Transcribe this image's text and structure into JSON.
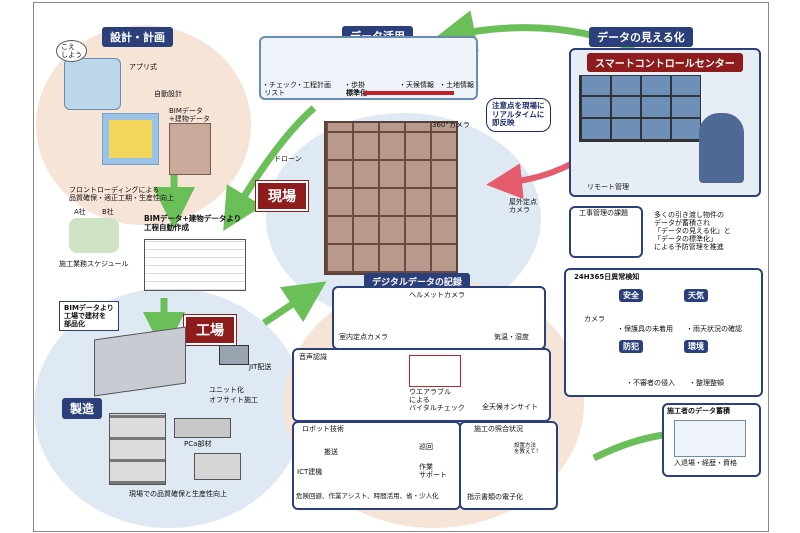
{
  "sections": {
    "design": "設計・計画",
    "data_use": "データ活用",
    "visualize": "データの見える化",
    "site": "現場",
    "factory": "工場",
    "manufacturing": "製造"
  },
  "smart_center": "スマートコントロールセンター",
  "design_items": {
    "bubble": "こえ\nしよう",
    "app": "アプリ式",
    "auto_design": "自動設計",
    "bim": "BIMデータ\n+建物データ",
    "frontloading": "フロントローディングによる\n品質確保・適正工期・生産性向上",
    "company_a": "A社",
    "company_b": "B社",
    "schedule_label": "施工業務スケジュール",
    "auto_schedule": "BIMデータ+建物データより\n工程自動作成"
  },
  "data_use_items": {
    "checklist": "・チェック\n リスト",
    "process_plan": "・工程計画",
    "pay": "・歩掛",
    "standardize": "標準化",
    "weather": "・天候情報",
    "land": "・土地情報"
  },
  "site_items": {
    "drone": "ドローン",
    "camera360": "360°カメラ",
    "realtime": "注意点を現場に\nリアルタイムに\n即反映",
    "outdoor_cam": "屋外定点\nカメラ",
    "remote": "リモート管理"
  },
  "digital": {
    "title": "デジタルデータの記録",
    "indoor_cam": "室内定点カメラ",
    "helmet_cam": "ヘルメットカメラ",
    "temp": "気温・湿度",
    "voice": "音声認識",
    "wearable": "ウエアラブル\nによる\nバイタルチェック",
    "allweather": "全天候オンサイト",
    "robot": "ロボット技術",
    "ict": "ICT建機",
    "hobo": "搬送",
    "work_support": "作業\nサポート",
    "patrol": "巡回",
    "robot_bottom": "危険回避、作業アシスト、時間活用、省・少人化",
    "instruct": "指示書類の電子化",
    "confirm": "施工の照合状況",
    "ask": "設置方法\nを教えて！"
  },
  "factory_items": {
    "bim_factory": "BIMデータより\n工場で建材を\n部品化",
    "jit": "JIT配送",
    "unit": "ユニット化",
    "offsite": "オフサイト施工",
    "pca": "PCa部材",
    "bottom": "現場での品質確保と生産性向上"
  },
  "visualize_items": {
    "issues": "工事管理の課題",
    "issue_text": "多くの引き渡し物件の\nデータが蓄積され\n「データの見える化」と\n「データの標準化」\nによる予防管理を推進",
    "monitor": "24H365日異常検知",
    "camera": "カメラ",
    "safety": "安全",
    "safety_sub": "・保護具の未着用",
    "weather": "天気",
    "weather_sub": "・雨天状況の確認",
    "crime": "防犯",
    "crime_sub": "・不審者の侵入",
    "env": "環境",
    "env_sub": "・整理整頓",
    "workers": "施工者のデータ蓄積",
    "workers_sub": "入退場・経歴・資格"
  },
  "colors": {
    "navy": "#2b3f7a",
    "red": "#8e1c1c",
    "arrow_green": "#6bbf59",
    "bubble_peach": "#f6e4d6",
    "bubble_blue": "#dfe9f3"
  }
}
